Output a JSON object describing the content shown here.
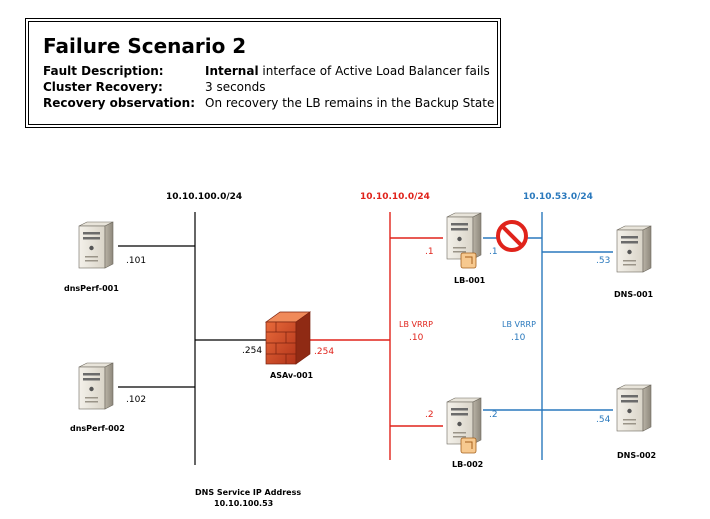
{
  "scenario": {
    "title": "Failure Scenario 2",
    "rows": [
      {
        "key": "Fault Description:",
        "value_bold": "Internal",
        "value_rest": " interface of Active Load Balancer fails"
      },
      {
        "key": "Cluster Recovery:",
        "value_bold": "",
        "value_rest": "3 seconds"
      },
      {
        "key": "Recovery observation:",
        "value_bold": "",
        "value_rest": "On recovery the LB remains in the Backup State"
      }
    ]
  },
  "networks": {
    "mgmt": "10.10.100.0/24",
    "lb": "10.10.10.0/24",
    "dns": "10.10.53.0/24"
  },
  "hosts": {
    "dnsperf1": {
      "name": "dnsPerf-001",
      "ip": ".101"
    },
    "dnsperf2": {
      "name": "dnsPerf-002",
      "ip": ".102"
    },
    "asa": {
      "name": "ASAv-001",
      "ip_left": ".254",
      "ip_right": ".254"
    },
    "lb1": {
      "name": "LB-001",
      "ip_left": ".1",
      "ip_right": ".1"
    },
    "lb2": {
      "name": "LB-002",
      "ip_left": ".2",
      "ip_right": ".2"
    },
    "dns1": {
      "name": "DNS-001",
      "ip": ".53"
    },
    "dns2": {
      "name": "DNS-002",
      "ip": ".54"
    }
  },
  "vrrp": {
    "red_label": "LB VRRP",
    "red_ip": ".10",
    "blue_label": "LB VRRP",
    "blue_ip": ".10"
  },
  "service": {
    "label": "DNS Service IP Address",
    "ip": "10.10.100.53"
  },
  "colors": {
    "red": "#e0231b",
    "blue": "#2a79bd",
    "firewall": "#c8401e"
  }
}
